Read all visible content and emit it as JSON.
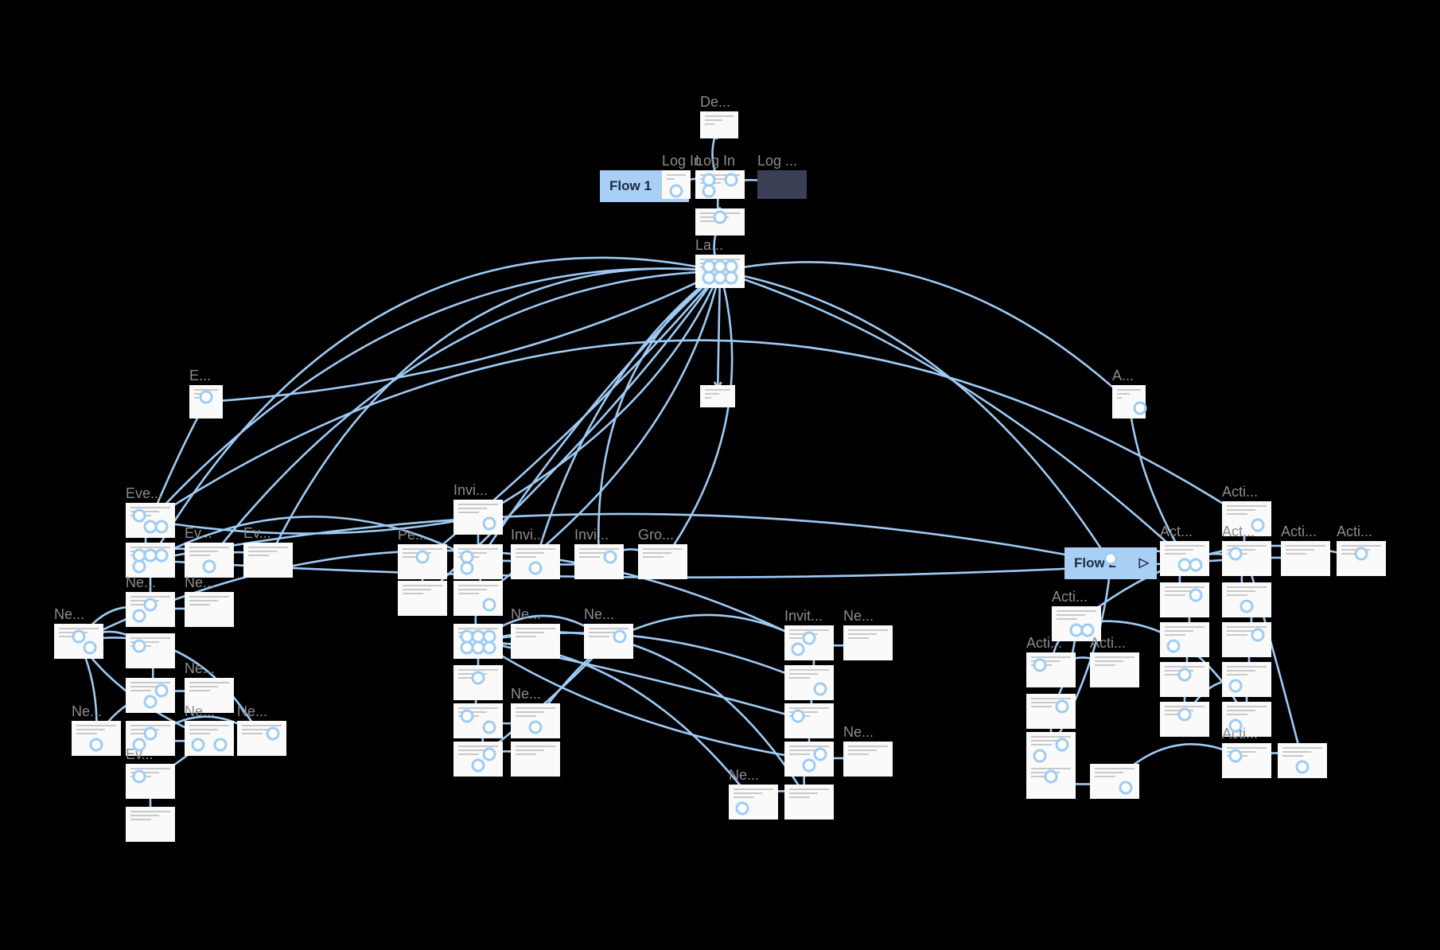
{
  "canvas": {
    "background": "#000000",
    "connector_color": "#9ecbf5",
    "handle_fill": "#ffffff",
    "label_color": "#8c8c8c"
  },
  "flow_starts": [
    {
      "id": "flow1",
      "label": "Flow 1",
      "play_icon": "play-icon"
    },
    {
      "id": "flow2",
      "label": "Flow 2",
      "play_icon": "play-icon"
    }
  ],
  "frames": [
    {
      "id": "det",
      "label": "De..."
    },
    {
      "id": "login1",
      "label": "Log In"
    },
    {
      "id": "login2",
      "label": "Log In"
    },
    {
      "id": "login3",
      "label": "Log ..."
    },
    {
      "id": "f_mid",
      "label": ""
    },
    {
      "id": "landing",
      "label": "La..."
    },
    {
      "id": "ev_top",
      "label": "E..."
    },
    {
      "id": "mid_small",
      "label": ""
    },
    {
      "id": "act_top",
      "label": "A..."
    },
    {
      "id": "ev_a",
      "label": "Eve..."
    },
    {
      "id": "ev_b",
      "label": ""
    },
    {
      "id": "ev_c",
      "label": "Ev..."
    },
    {
      "id": "ev_d",
      "label": "Ev..."
    },
    {
      "id": "ne_a",
      "label": "Ne..."
    },
    {
      "id": "ne_b",
      "label": "Ne..."
    },
    {
      "id": "ne_left",
      "label": "Ne..."
    },
    {
      "id": "col_a1",
      "label": ""
    },
    {
      "id": "col_a2",
      "label": ""
    },
    {
      "id": "ne_c",
      "label": "Ne..."
    },
    {
      "id": "ne_d",
      "label": "Ne..."
    },
    {
      "id": "col_a3",
      "label": ""
    },
    {
      "id": "ne_e",
      "label": "Ne..."
    },
    {
      "id": "ne_f",
      "label": "Ne..."
    },
    {
      "id": "ev_e",
      "label": "Ev..."
    },
    {
      "id": "ev_f",
      "label": ""
    },
    {
      "id": "inv_a",
      "label": "Invi..."
    },
    {
      "id": "pe_a",
      "label": "Pe..."
    },
    {
      "id": "inv_b",
      "label": ""
    },
    {
      "id": "inv_c",
      "label": "Invi..."
    },
    {
      "id": "inv_d",
      "label": "Invi..."
    },
    {
      "id": "gro",
      "label": "Gro..."
    },
    {
      "id": "pe_b",
      "label": ""
    },
    {
      "id": "inv_e",
      "label": ""
    },
    {
      "id": "ne_g",
      "label": ""
    },
    {
      "id": "ne_h",
      "label": "Ne..."
    },
    {
      "id": "ne_i",
      "label": "Ne..."
    },
    {
      "id": "col_b1",
      "label": ""
    },
    {
      "id": "col_b2",
      "label": ""
    },
    {
      "id": "ne_j",
      "label": "Ne..."
    },
    {
      "id": "col_b3",
      "label": ""
    },
    {
      "id": "col_b4",
      "label": ""
    },
    {
      "id": "inv_f",
      "label": "Invit..."
    },
    {
      "id": "ne_k",
      "label": "Ne..."
    },
    {
      "id": "col_c1",
      "label": ""
    },
    {
      "id": "col_c2",
      "label": ""
    },
    {
      "id": "col_c3",
      "label": ""
    },
    {
      "id": "ne_l",
      "label": "Ne..."
    },
    {
      "id": "ne_m",
      "label": "Ne..."
    },
    {
      "id": "col_c4",
      "label": ""
    },
    {
      "id": "acti_a",
      "label": "Acti..."
    },
    {
      "id": "acti_b",
      "label": "Act..."
    },
    {
      "id": "acti_c",
      "label": "Act..."
    },
    {
      "id": "acti_d",
      "label": "Acti..."
    },
    {
      "id": "acti_e",
      "label": "Acti..."
    },
    {
      "id": "acti_f",
      "label": "Acti..."
    },
    {
      "id": "acti_g",
      "label": "Acti..."
    },
    {
      "id": "acti_h",
      "label": "Acti..."
    },
    {
      "id": "col_d1",
      "label": ""
    },
    {
      "id": "col_d2",
      "label": ""
    },
    {
      "id": "col_d3",
      "label": ""
    },
    {
      "id": "col_d4",
      "label": ""
    },
    {
      "id": "col_e1",
      "label": ""
    },
    {
      "id": "col_e2",
      "label": ""
    },
    {
      "id": "col_e3",
      "label": ""
    },
    {
      "id": "col_e4",
      "label": ""
    },
    {
      "id": "col_f1",
      "label": ""
    },
    {
      "id": "col_f2",
      "label": ""
    },
    {
      "id": "col_f3",
      "label": ""
    },
    {
      "id": "col_f4",
      "label": ""
    },
    {
      "id": "acti_i",
      "label": "Acti..."
    },
    {
      "id": "acti_j",
      "label": ""
    }
  ],
  "connections": [
    [
      "login2",
      "det"
    ],
    [
      "login1",
      "login2"
    ],
    [
      "login2",
      "login3"
    ],
    [
      "login2",
      "f_mid"
    ],
    [
      "f_mid",
      "landing"
    ],
    [
      "landing",
      "ev_top"
    ],
    [
      "landing",
      "act_top"
    ],
    [
      "landing",
      "mid_small"
    ],
    [
      "landing",
      "ev_a"
    ],
    [
      "landing",
      "ev_b"
    ],
    [
      "landing",
      "inv_a"
    ],
    [
      "landing",
      "pe_a"
    ],
    [
      "landing",
      "inv_b"
    ],
    [
      "landing",
      "inv_c"
    ],
    [
      "landing",
      "inv_d"
    ],
    [
      "landing",
      "gro"
    ],
    [
      "landing",
      "flow2"
    ],
    [
      "landing",
      "acti_b"
    ],
    [
      "landing",
      "ev_c"
    ],
    [
      "landing",
      "ev_d"
    ],
    [
      "landing",
      "inv_e"
    ],
    [
      "landing",
      "pe_b"
    ],
    [
      "ev_top",
      "ev_a"
    ],
    [
      "act_top",
      "acti_b"
    ],
    [
      "ev_a",
      "inv_a"
    ],
    [
      "ev_a",
      "acti_a"
    ],
    [
      "ev_b",
      "inv_b"
    ],
    [
      "ev_b",
      "flow2"
    ],
    [
      "ev_b",
      "acti_c"
    ],
    [
      "ev_a",
      "ev_b"
    ],
    [
      "ev_b",
      "ev_c"
    ],
    [
      "ev_c",
      "ev_d"
    ],
    [
      "ev_b",
      "ne_a"
    ],
    [
      "ne_a",
      "ne_b"
    ],
    [
      "ne_a",
      "ne_left"
    ],
    [
      "ne_left",
      "col_a1"
    ],
    [
      "col_a1",
      "col_a2"
    ],
    [
      "col_a2",
      "ne_c"
    ],
    [
      "col_a2",
      "ne_d"
    ],
    [
      "col_a3",
      "ne_e"
    ],
    [
      "col_a3",
      "ne_f"
    ],
    [
      "ne_e",
      "ev_e"
    ],
    [
      "ev_e",
      "ev_f"
    ],
    [
      "ne_d",
      "ne_left"
    ],
    [
      "ne_f",
      "ne_left"
    ],
    [
      "ne_e",
      "ne_left"
    ],
    [
      "ne_left",
      "inv_f"
    ],
    [
      "inv_a",
      "inv_b"
    ],
    [
      "inv_b",
      "inv_c"
    ],
    [
      "inv_c",
      "inv_d"
    ],
    [
      "inv_d",
      "gro"
    ],
    [
      "inv_b",
      "inv_e"
    ],
    [
      "pe_a",
      "pe_b"
    ],
    [
      "inv_e",
      "ne_g"
    ],
    [
      "ne_g",
      "ne_h"
    ],
    [
      "ne_g",
      "ne_i"
    ],
    [
      "ne_i",
      "inv_f"
    ],
    [
      "ne_g",
      "col_b1"
    ],
    [
      "col_b1",
      "col_b2"
    ],
    [
      "col_b2",
      "ne_j"
    ],
    [
      "col_b2",
      "col_b3"
    ],
    [
      "col_b3",
      "col_b4"
    ],
    [
      "ne_g",
      "col_c1"
    ],
    [
      "ne_g",
      "col_c2"
    ],
    [
      "ne_g",
      "col_c3"
    ],
    [
      "ne_g",
      "col_c4"
    ],
    [
      "ne_g",
      "ne_m"
    ],
    [
      "ne_j",
      "ne_i"
    ],
    [
      "col_b3",
      "ne_i"
    ],
    [
      "inv_f",
      "ne_k"
    ],
    [
      "inv_f",
      "col_c1"
    ],
    [
      "col_c1",
      "col_c2"
    ],
    [
      "col_c2",
      "col_c3"
    ],
    [
      "col_c3",
      "ne_l"
    ],
    [
      "col_c3",
      "col_c4"
    ],
    [
      "ne_m",
      "col_c4"
    ],
    [
      "flow2",
      "acti_b"
    ],
    [
      "acti_b",
      "acti_c"
    ],
    [
      "acti_c",
      "acti_d"
    ],
    [
      "acti_b",
      "col_d1"
    ],
    [
      "col_d1",
      "col_d2"
    ],
    [
      "col_d2",
      "col_d3"
    ],
    [
      "col_d3",
      "col_d4"
    ],
    [
      "acti_a",
      "acti_c"
    ],
    [
      "acti_c",
      "col_e1"
    ],
    [
      "col_e1",
      "col_e2"
    ],
    [
      "col_e2",
      "col_e3"
    ],
    [
      "col_e3",
      "col_e4"
    ],
    [
      "acti_e",
      "acti_f"
    ],
    [
      "acti_f",
      "acti_g"
    ],
    [
      "acti_g",
      "acti_h"
    ],
    [
      "acti_f",
      "col_f1"
    ],
    [
      "col_f1",
      "col_f2"
    ],
    [
      "col_f2",
      "col_f3"
    ],
    [
      "col_f3",
      "col_f4"
    ],
    [
      "col_f4",
      "acti_i"
    ],
    [
      "acti_i",
      "acti_j"
    ],
    [
      "acti_j",
      "acti_c"
    ],
    [
      "col_f2",
      "flow2"
    ],
    [
      "col_e4",
      "acti_f"
    ],
    [
      "col_d4",
      "col_e3"
    ]
  ]
}
